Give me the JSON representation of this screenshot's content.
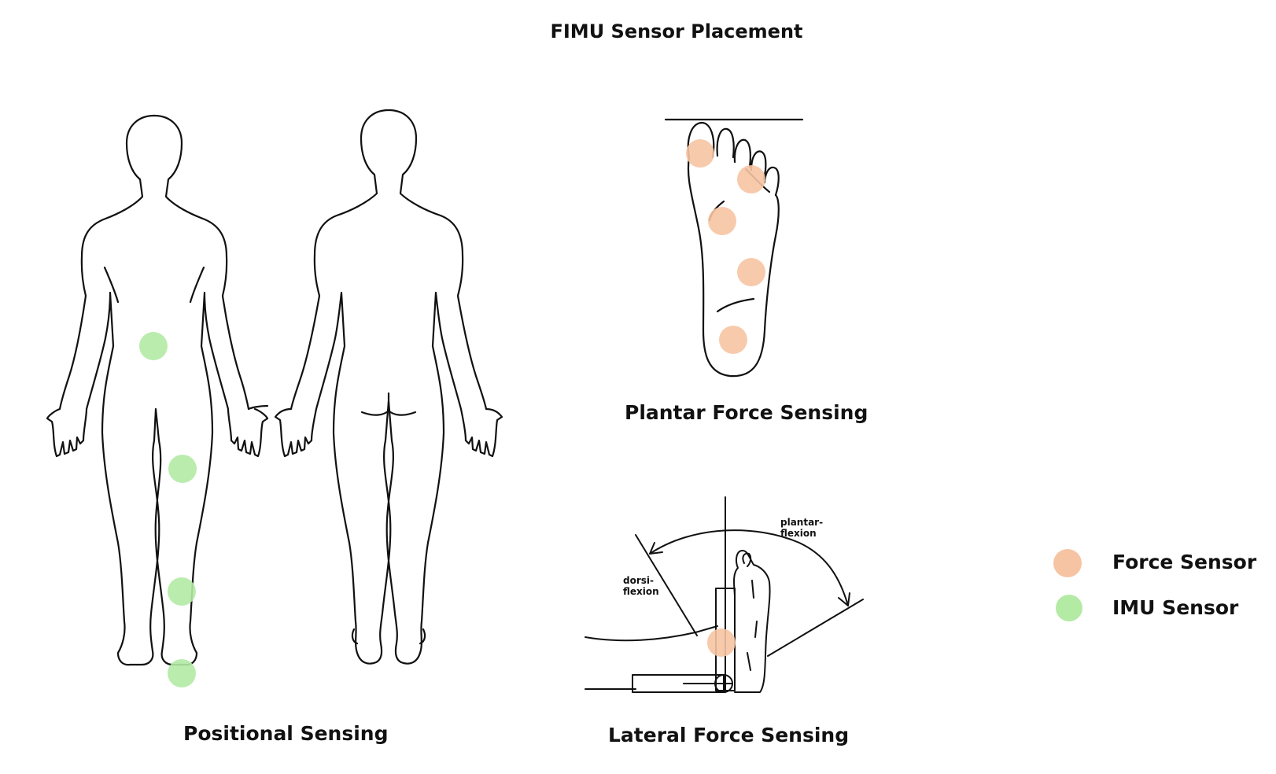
{
  "title": "FIMU Sensor Placement",
  "panels": {
    "positional": "Positional Sensing",
    "plantar": "Plantar Force Sensing",
    "lateral": "Lateral Force Sensing"
  },
  "angles": {
    "plantar_line1": "plantar-",
    "plantar_line2": "flexion",
    "dorsi_line1": "dorsi-",
    "dorsi_line2": "flexion"
  },
  "legend": {
    "force_label": "Force Sensor",
    "imu_label": "IMU Sensor"
  },
  "colors": {
    "force": "#f6c4a3",
    "imu": "#b3eaa4",
    "line": "#111111"
  }
}
